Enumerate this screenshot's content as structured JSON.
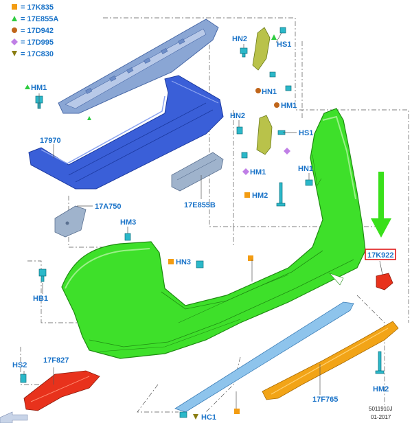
{
  "legend": [
    {
      "code": "= 17K835",
      "marker": "square",
      "color": "#f39c12"
    },
    {
      "code": "= 17E855A",
      "marker": "triangle",
      "color": "#2ecc40"
    },
    {
      "code": "= 17D942",
      "marker": "circle",
      "color": "#c0651a"
    },
    {
      "code": "= 17D995",
      "marker": "diamond",
      "color": "#c07fe6"
    },
    {
      "code": "= 17C830",
      "marker": "triangle-down",
      "color": "#8a7d12"
    }
  ],
  "labels": {
    "hm1_top": "HM1",
    "p17970": "17970",
    "p17a750": "17A750",
    "p17e855b": "17E855B",
    "hm3": "HM3",
    "hn3": "HN3",
    "hb1": "HB1",
    "hs2": "HS2",
    "p17f827": "17F827",
    "hc1": "HC1",
    "p17f765": "17F765",
    "hm2_bottom": "HM2",
    "hn2_top": "HN2",
    "hs1_top": "HS1",
    "hn1_top": "HN1",
    "hm1_mid": "HM1",
    "hn2_mid": "HN2",
    "hs1_mid": "HS1",
    "hm1_low": "HM1",
    "hn1_right": "HN1",
    "hm2_mid": "HM2",
    "p17k922": "17K922"
  },
  "footer": {
    "drawing_id": "5011910J",
    "date": "01-2017"
  },
  "colors": {
    "label_blue": "#1a73c8",
    "bumper_green": "#3ee02a",
    "beam_blue": "#3a5fd8",
    "steel_blue": "#8aa6d4",
    "clip_cyan": "#2bb8c9",
    "bracket_red": "#e8321c",
    "reflector_red": "#e8321c",
    "skid_orange": "#f2a417",
    "trim_blue": "#8ec4ec",
    "arrow_green": "#39e01a",
    "highlight_red": "#e01818"
  }
}
